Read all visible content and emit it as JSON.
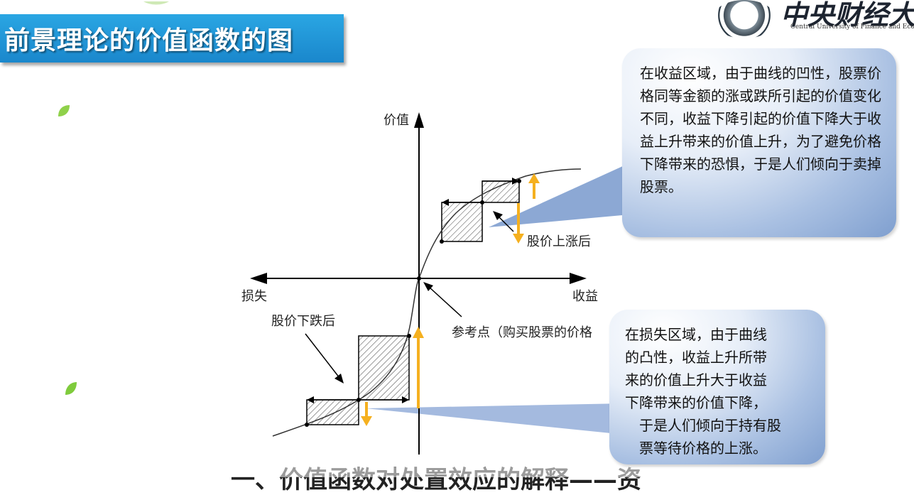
{
  "title": "前景理论的价值函数的图",
  "logo": {
    "chinese": "中央财经大",
    "english": "Central University of Finance and Eco"
  },
  "diagram": {
    "y_axis_label": "价值",
    "loss_label": "损失",
    "gain_label": "收益",
    "after_rise_label": "股价上涨后",
    "after_fall_label": "股价下跌后",
    "reference_label": "参考点（购买股票的价格"
  },
  "callout_gain": "在收益区域，由于曲线的凹性，股票价格同等金额的涨或跌所引起的价值变化不同，收益下降引起的价值下降大于收益上升带来的价值上升，为了避免价格下降带来的恐惧，于是人们倾向于卖掉股票。",
  "callout_loss_lines": [
    "在损失区域，由于曲线",
    "的凸性，收益上升所带",
    "来的价值上升大于收益",
    "下降带来的价值下降，",
    "　于是人们倾向于持有股",
    "　票等待价格的上涨。"
  ],
  "bottom_text": "一、价值函数对处置效应的解释——资",
  "colors": {
    "title_bg": "#1a8fd1",
    "arrow_orange": "#f5b01f",
    "callout_blue": "#8aa8d6"
  }
}
